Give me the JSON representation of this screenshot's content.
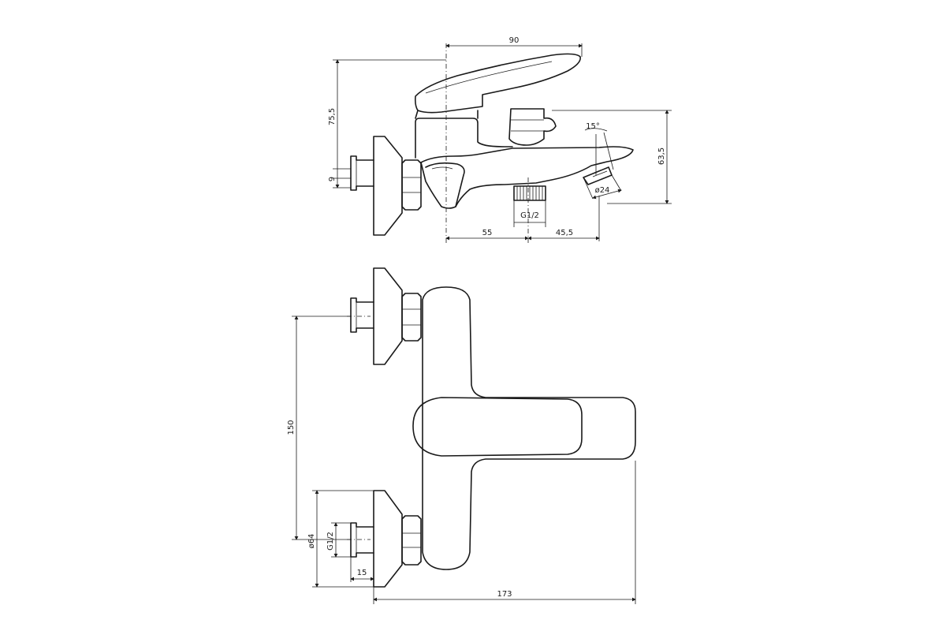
{
  "drawing": {
    "side_view": {
      "dim_width_top": "90",
      "dim_height_handle": "75,5",
      "dim_pipe": "9",
      "dim_height_right": "63,5",
      "dim_angle": "15°",
      "dim_outlet_diameter": "ø24",
      "dim_thread": "G1/2",
      "dim_left_bottom": "55",
      "dim_right_bottom": "45,5"
    },
    "top_view": {
      "dim_center_distance": "150",
      "dim_flange_diameter": "ø64",
      "dim_thread": "G1/2",
      "dim_pipe_length": "15",
      "dim_total_length": "173"
    }
  }
}
